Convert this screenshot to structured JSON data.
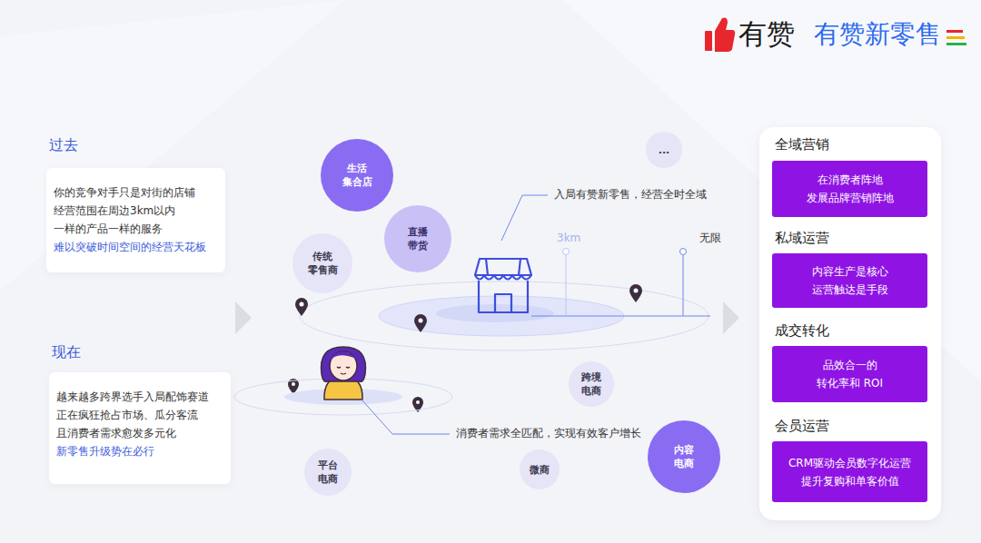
{
  "diagram": {
    "nodes": [
      {
        "text": [
          "过去",
          "你的竞争对手只是对街的店铺 经营范围在周边3km以内 一样的产品一样的服务",
          "难以突破时间空间的经营天花板"
        ]
      },
      {
        "text": [
          "现在",
          "越来越多跨界选手入局配饰赛道 正在疯狂抢占市场、瓜分客流 且消费者需求愈发多元化",
          "新零售升级势在必行"
        ]
      },
      {
        "text": [
          "生活 集合店"
        ]
      },
      {
        "text": [
          "直播 带货"
        ]
      },
      {
        "text": [
          "传统 零售商"
        ]
      },
      {
        "text": [
          "..."
        ]
      },
      {
        "text": [
          "跨境 电商"
        ]
      },
      {
        "text": [
          "内容 电商"
        ]
      },
      {
        "text": [
          "平台 电商"
        ]
      },
      {
        "text": [
          "微商"
        ]
      },
      {
        "text": [
          "全域营销",
          "在消费者阵地 发展品牌营销阵地"
        ]
      },
      {
        "text": [
          "私域运营",
          "内容生产是核心 运营触达是手段"
        ]
      },
      {
        "text": [
          "成交转化",
          "品效合一的 转化率和 ROI"
        ]
      },
      {
        "text": [
          "会员运营",
          "CRM驱动会员数字化运营 提升复购和单客价值"
        ]
      }
    ],
    "labels": [
      "有赞",
      "有赞新零售",
      "入局有赞新零售，经营全时全域",
      "3km",
      "无限",
      "消费者需求全匹配，实现有效客户增长"
    ]
  }
}
